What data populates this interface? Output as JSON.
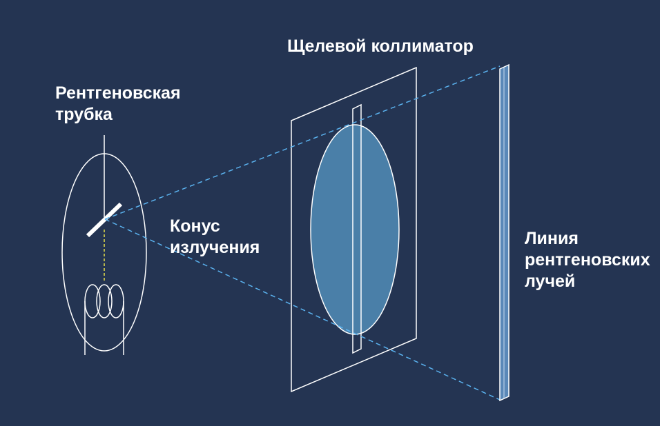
{
  "labels": {
    "tube": [
      "Рентгеновская",
      "трубка"
    ],
    "collimator": "Щелевой коллиматор",
    "cone": [
      "Конус",
      "излучения"
    ],
    "line": [
      "Линия",
      "рентгеновских",
      "лучей"
    ]
  },
  "colors": {
    "background": "#243452",
    "lines": "#ffffff",
    "beam_dashes": "#5bb3f0",
    "beam_fill": "#4a7fa8",
    "filament_dash": "#e8e24a"
  }
}
